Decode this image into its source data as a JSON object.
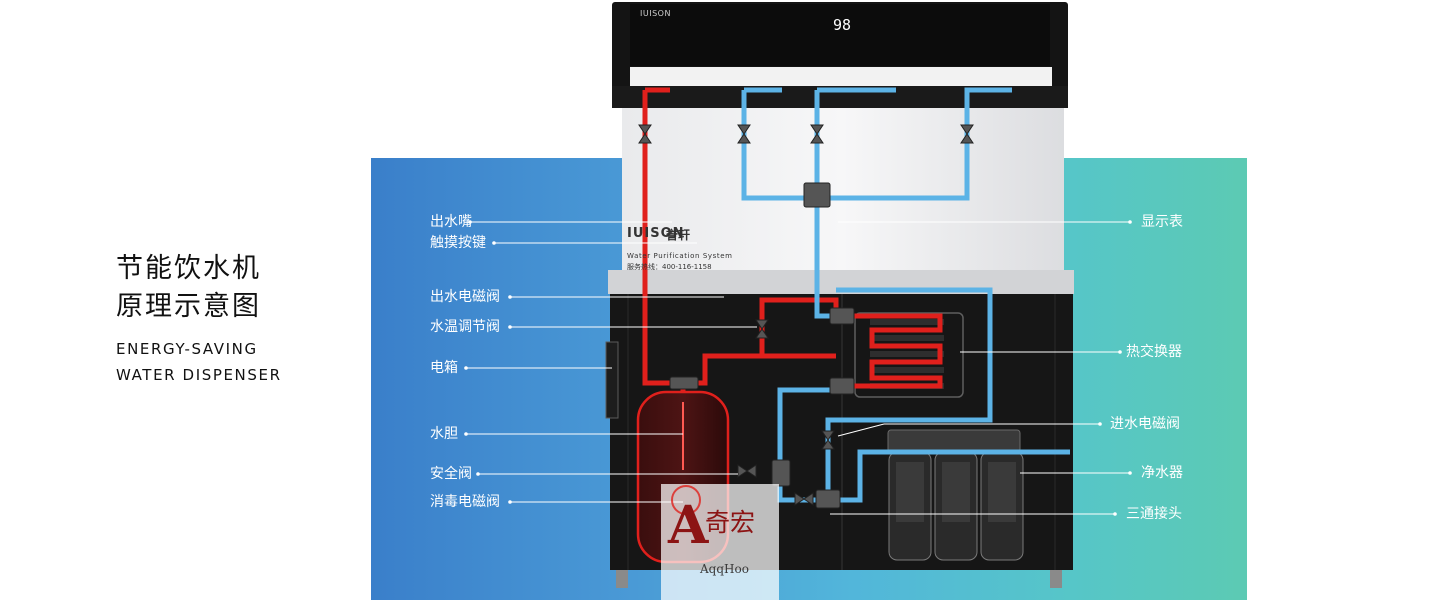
{
  "title": {
    "line1": "节能饮水机",
    "line2": "原理示意图",
    "en_line1": "ENERGY-SAVING",
    "en_line2": "WATER DISPENSER"
  },
  "left_labels": [
    {
      "text": "出水嘴"
    },
    {
      "text": "触摸按键"
    },
    {
      "text": "出水电磁阀"
    },
    {
      "text": "水温调节阀"
    },
    {
      "text": "电箱"
    },
    {
      "text": "水胆"
    },
    {
      "text": "安全阀"
    },
    {
      "text": "消毒电磁阀"
    }
  ],
  "right_labels": [
    {
      "text": "显示表"
    },
    {
      "text": "热交换器"
    },
    {
      "text": "进水电磁阀"
    },
    {
      "text": "净水器"
    },
    {
      "text": "三通接头"
    }
  ],
  "product": {
    "brand": "IUISON",
    "brand_cn": "誉轩",
    "brand_sub": "Water Purification System",
    "hotline": "服务热线：400-116-1158",
    "display_value": "98"
  },
  "watermark": {
    "letter": "A",
    "cn": "奇宏",
    "en": "AqqHoo"
  },
  "colors": {
    "hot_pipe": "#e0201c",
    "cold_pipe": "#5cb3e6",
    "cabinet": "#161616",
    "leader_line": "#ffffff"
  }
}
